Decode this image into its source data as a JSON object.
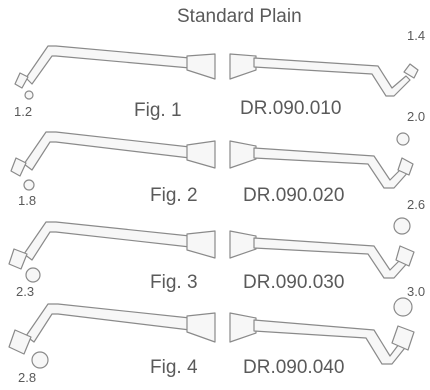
{
  "title": "Standard Plain",
  "instruments": [
    {
      "fig": "Fig. 1",
      "code": "DR.090.010",
      "left_size": "1.2",
      "right_size": "1.4"
    },
    {
      "fig": "Fig. 2",
      "code": "DR.090.020",
      "left_size": "1.8",
      "right_size": "2.0"
    },
    {
      "fig": "Fig. 3",
      "code": "DR.090.030",
      "left_size": "2.3",
      "right_size": "2.6"
    },
    {
      "fig": "Fig. 4",
      "code": "DR.090.040",
      "left_size": "2.8",
      "right_size": "3.0"
    }
  ],
  "colors": {
    "outline": "#8a8a8a",
    "fill": "#f7f7f7",
    "text": "#5a5a5a"
  }
}
